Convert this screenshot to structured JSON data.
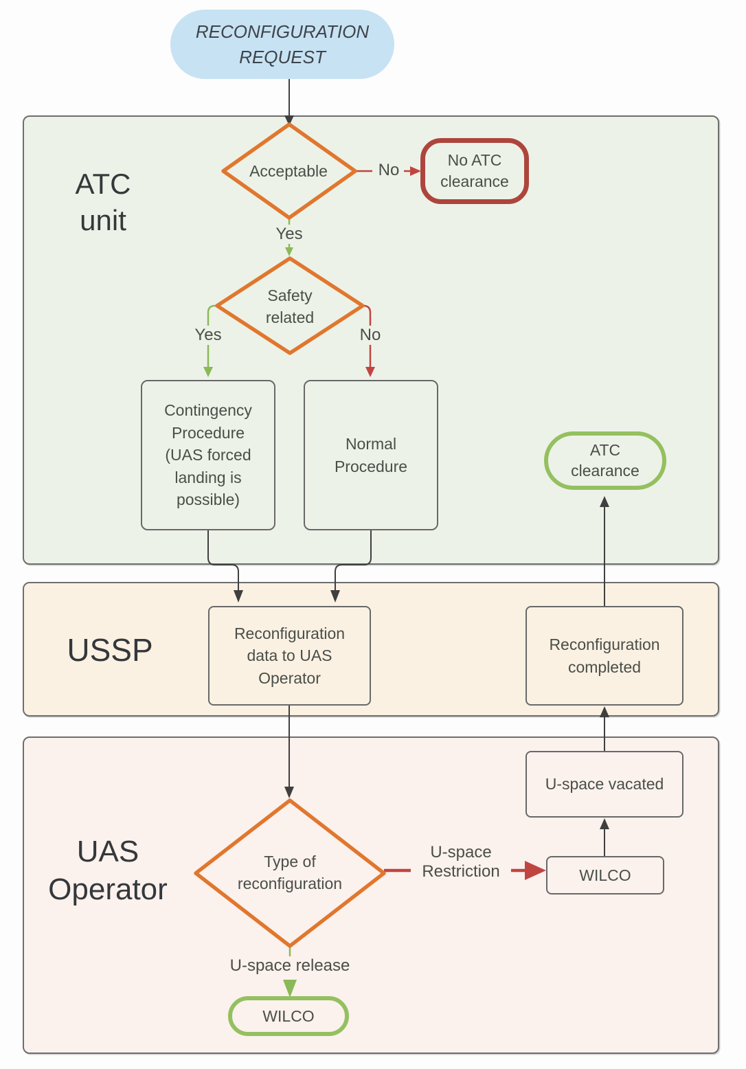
{
  "colors": {
    "page_bg": "#fdfdfd",
    "atc_lane_bg": "#edf2e8",
    "ussp_lane_bg": "#faf1e3",
    "uas_lane_bg": "#fbf1ed",
    "lane_border": "#6e6e6e",
    "node_border": "#686868",
    "orange": "#e0772e",
    "green": "#8ab957",
    "green_border": "#94c05f",
    "red": "#c04540",
    "dark_red": "#ad453d",
    "pill_bg": "#c7e2f3",
    "arrow_dark": "#3f3f3f",
    "text": "#4a4e48",
    "lane_label_text": "#34383b"
  },
  "start_node": {
    "label": "RECONFIGURATION REQUEST"
  },
  "lanes": {
    "atc": {
      "label": "ATC unit"
    },
    "ussp": {
      "label": "USSP"
    },
    "uas": {
      "label": "UAS Operator"
    }
  },
  "nodes": {
    "acceptable": "Acceptable",
    "no_atc_clearance": "No ATC clearance",
    "safety_related": "Safety related",
    "contingency_procedure": "Contingency Procedure (UAS forced landing is possible)",
    "normal_procedure": "Normal Procedure",
    "atc_clearance": "ATC clearance",
    "reconfiguration_data": "Reconfiguration data to UAS Operator",
    "reconfiguration_completed": "Reconfiguration completed",
    "type_of_reconfiguration": "Type of reconfiguration",
    "uspace_vacated": "U-space vacated",
    "wilco_restriction": "WILCO",
    "wilco_release": "WILCO"
  },
  "edge_labels": {
    "acceptable_no": "No",
    "acceptable_yes": "Yes",
    "safety_yes": "Yes",
    "safety_no": "No",
    "uspace_restriction": "U-space Restriction",
    "uspace_release": "U-space release"
  }
}
